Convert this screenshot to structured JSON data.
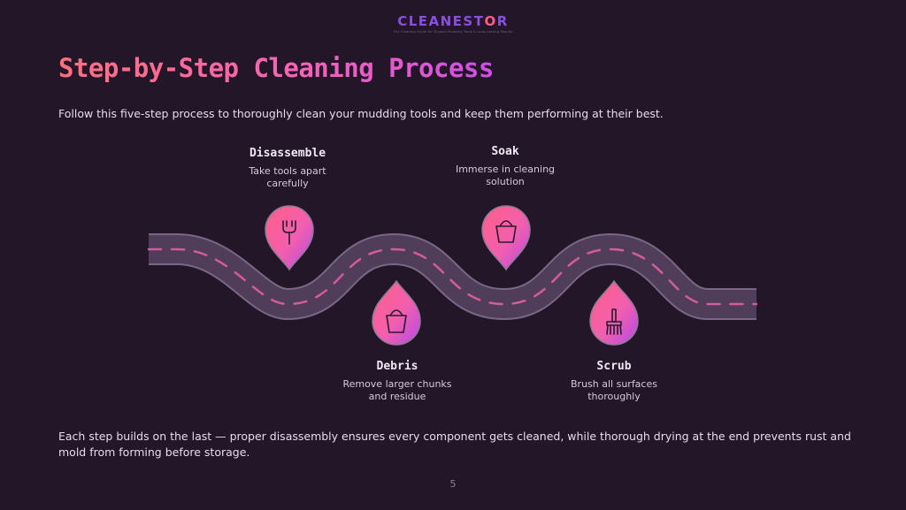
{
  "logo": {
    "text": "CLEANESTOR",
    "tagline": "The Cleaning Guide for Drywall Mudding Tools & Long-Lasting Results"
  },
  "title": "Step-by-Step Cleaning Process",
  "intro": "Follow this five-step process to thoroughly clean your mudding tools and keep them performing at their best.",
  "steps": [
    {
      "title": "Disassemble",
      "desc1": "Take tools apart",
      "desc2": "carefully",
      "icon": "wrench-icon"
    },
    {
      "title": "Debris",
      "desc1": "Remove larger chunks",
      "desc2": "and residue",
      "icon": "bucket-icon"
    },
    {
      "title": "Soak",
      "desc1": "Immerse in cleaning",
      "desc2": "solution",
      "icon": "bucket-icon"
    },
    {
      "title": "Scrub",
      "desc1": "Brush all surfaces",
      "desc2": "thoroughly",
      "icon": "brush-icon"
    }
  ],
  "footer": "Each step builds on the last — proper disassembly ensures every component gets cleaned, while thorough drying at the end prevents rust and mold from forming before storage.",
  "page_number": "5",
  "colors": {
    "background": "#231628",
    "gradient_start": "#ff6f7d",
    "gradient_end": "#cf4fe8",
    "road": "#5a4862"
  }
}
